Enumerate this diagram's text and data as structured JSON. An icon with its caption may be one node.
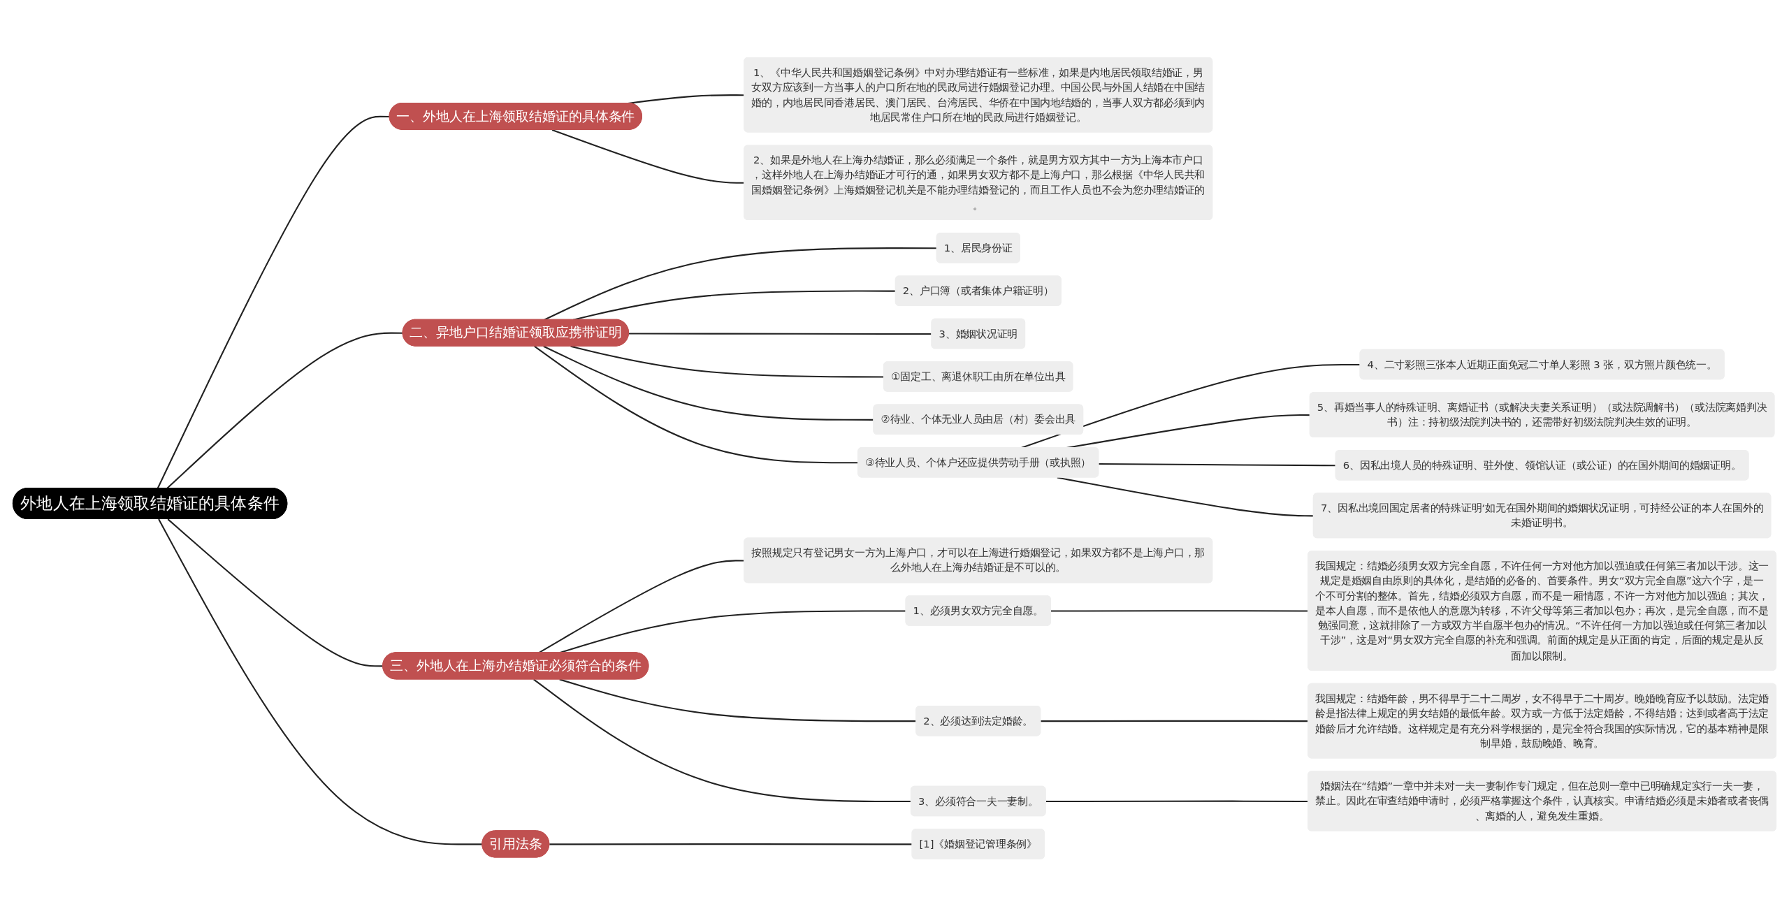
{
  "diagram": {
    "nodes": [
      {
        "text": [
          "外地人在上海领取结婚证的具体条件"
        ]
      },
      {
        "text": [
          "一、外地人在上海领取结婚证的具体条件"
        ]
      },
      {
        "text": [
          "1、《中华人民共和国婚姻登记条例》中对办理结婚证有一些标准，如果是内地居民领取结婚证，男女双方应该到一方当事人的户口所在地的民政局进行婚姻登记办理。中国公民与外国人结婚在中国结婚的，内地居民同香港居民、澳门居民、台湾居民、华侨在中国内地结婚的，当事人双方都必须到内地居民常住户口所在地的民政局进行婚姻登记。"
        ]
      },
      {
        "text": [
          "2、如果是外地人在上海办结婚证，那么必须满足一个条件，就是男方双方其中一方为上海本市户口，这样外地人在上海办结婚证才可行的通，如果男女双方都不是上海户口，那么根据《中华人民共和国婚姻登记条例》上海婚姻登记机关是不能办理结婚登记的，而且工作人员也不会为您办理结婚证的。"
        ]
      },
      {
        "text": [
          "二、异地户口结婚证领取应携带证明"
        ]
      },
      {
        "text": [
          "1、居民身份证"
        ]
      },
      {
        "text": [
          "2、户口簿（或者集体户籍证明）"
        ]
      },
      {
        "text": [
          "3、婚姻状况证明"
        ]
      },
      {
        "text": [
          "①固定工、离退休职工由所在单位出具"
        ]
      },
      {
        "text": [
          "②待业、个体无业人员由居（村）委会出具"
        ]
      },
      {
        "text": [
          "③待业人员、个体户还应提供劳动手册（或执照）"
        ]
      },
      {
        "text": [
          "4、二寸彩照三张本人近期正面免冠二寸单人彩照 3 张，双方照片颜色统一。"
        ]
      },
      {
        "text": [
          "5、再婚当事人的特殊证明、离婚证书（或解决夫妻关系证明）（或法院调解书）（或法院离婚判决书）注：持初级法院判决书的，还需带好初级法院判决生效的证明。"
        ]
      },
      {
        "text": [
          "6、因私出境人员的特殊证明、驻外使、领馆认证（或公证）的在国外期间的婚姻证明。"
        ]
      },
      {
        "text": [
          "7、因私出境回国定居者的特殊证明‘如无在国外期间的婚姻状况证明，可持经公证的本人在国外的未婚证明书。"
        ]
      },
      {
        "text": [
          "三、外地人在上海办结婚证必须符合的条件"
        ]
      },
      {
        "text": [
          "按照规定只有登记男女一方为上海户口，才可以在上海进行婚姻登记，如果双方都不是上海户口，那么外地人在上海办结婚证是不可以的。"
        ]
      },
      {
        "text": [
          "1、必须男女双方完全自愿。"
        ]
      },
      {
        "text": [
          "我国规定：结婚必须男女双方完全自愿，不许任何一方对他方加以强迫或任何第三者加以干涉。这一规定是婚姻自由原则的具体化，是结婚的必备的、首要条件。男女“双方完全自愿”这六个字，是一个不可分割的整体。首先，结婚必须双方自愿，而不是一厢情愿，不许一方对他方加以强迫；其次，是本人自愿，而不是依他人的意愿为转移，不许父母等第三者加以包办；再次，是完全自愿，而不是勉强同意，这就排除了一方或双方半自愿半包办的情况。“不许任何一方加以强迫或任何第三者加以干涉”，这是对“男女双方完全自愿的补充和强调。前面的规定是从正面的肯定，后面的规定是从反面加以限制。"
        ]
      },
      {
        "text": [
          "2、必须达到法定婚龄。"
        ]
      },
      {
        "text": [
          "我国规定：结婚年龄，男不得早于二十二周岁，女不得早于二十周岁。晚婚晚育应予以鼓励。法定婚龄是指法律上规定的男女结婚的最低年龄。双方或一方低于法定婚龄，不得结婚；达到或者高于法定婚龄后才允许结婚。这样规定是有充分科学根据的，是完全符合我国的实际情况，它的基本精神是限制早婚，鼓励晚婚、晚育。"
        ]
      },
      {
        "text": [
          "3、必须符合一夫一妻制。"
        ]
      },
      {
        "text": [
          "婚姻法在“结婚”一章中并未对一夫一妻制作专门规定，但在总则一章中已明确规定实行一夫一妻，禁止。因此在审查结婚申请时，必须严格掌握这个条件，认真核实。申请结婚必须是未婚者或者丧偶、离婚的人，避免发生重婚。"
        ]
      },
      {
        "text": [
          "引用法条"
        ]
      },
      {
        "text": [
          "[1]《婚姻登记管理条例》"
        ]
      }
    ],
    "edges": [
      {
        "from": 0,
        "to": 1,
        "arrow": "none"
      },
      {
        "from": 1,
        "to": 2,
        "arrow": "none"
      },
      {
        "from": 1,
        "to": 3,
        "arrow": "none"
      },
      {
        "from": 0,
        "to": 4,
        "arrow": "none"
      },
      {
        "from": 4,
        "to": 5,
        "arrow": "none"
      },
      {
        "from": 4,
        "to": 6,
        "arrow": "none"
      },
      {
        "from": 4,
        "to": 7,
        "arrow": "none"
      },
      {
        "from": 4,
        "to": 8,
        "arrow": "none"
      },
      {
        "from": 4,
        "to": 9,
        "arrow": "none"
      },
      {
        "from": 4,
        "to": 10,
        "arrow": "none"
      },
      {
        "from": 10,
        "to": 11,
        "arrow": "none"
      },
      {
        "from": 10,
        "to": 12,
        "arrow": "none"
      },
      {
        "from": 10,
        "to": 13,
        "arrow": "none"
      },
      {
        "from": 10,
        "to": 14,
        "arrow": "none"
      },
      {
        "from": 0,
        "to": 15,
        "arrow": "none"
      },
      {
        "from": 15,
        "to": 16,
        "arrow": "none"
      },
      {
        "from": 15,
        "to": 17,
        "arrow": "none"
      },
      {
        "from": 17,
        "to": 18,
        "arrow": "none"
      },
      {
        "from": 15,
        "to": 19,
        "arrow": "none"
      },
      {
        "from": 19,
        "to": 20,
        "arrow": "none"
      },
      {
        "from": 15,
        "to": 21,
        "arrow": "none"
      },
      {
        "from": 21,
        "to": 22,
        "arrow": "none"
      },
      {
        "from": 0,
        "to": 23,
        "arrow": "none"
      },
      {
        "from": 23,
        "to": 24,
        "arrow": "none"
      }
    ]
  }
}
